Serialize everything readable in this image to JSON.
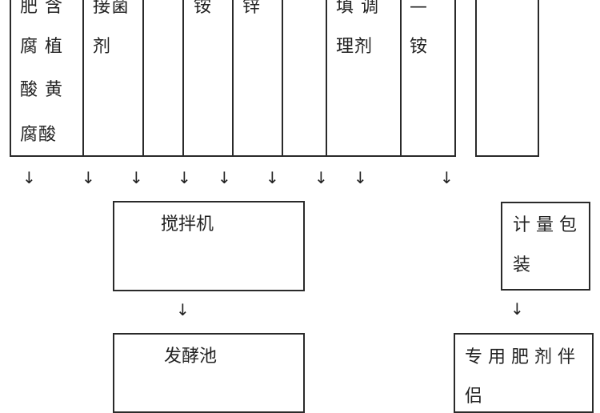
{
  "top_columns": [
    {
      "id": "col1",
      "lines": [
        "肥 含",
        "腐 植",
        "酸 黄",
        "腐酸"
      ]
    },
    {
      "id": "col2",
      "lines": [
        "接菌",
        "剂"
      ]
    },
    {
      "id": "col3",
      "lines": [
        ""
      ]
    },
    {
      "id": "col4",
      "lines": [
        "铵"
      ]
    },
    {
      "id": "col5",
      "lines": [
        "锌"
      ]
    },
    {
      "id": "col6",
      "lines": [
        ""
      ]
    },
    {
      "id": "col7",
      "lines": [
        "填 调",
        "理剂"
      ]
    },
    {
      "id": "col8",
      "lines": [
        "—",
        "铵"
      ]
    },
    {
      "id": "col9",
      "lines": [
        ""
      ]
    }
  ],
  "boxes": {
    "mixer": {
      "label": "搅拌机"
    },
    "ferment": {
      "label": "发酵池"
    },
    "metering": {
      "label_line1": "计 量 包",
      "label_line2": "装"
    },
    "special": {
      "label_line1": "专 用 肥 剂 伴",
      "label_line2": "侣"
    }
  },
  "arrow_glyph": "↓"
}
